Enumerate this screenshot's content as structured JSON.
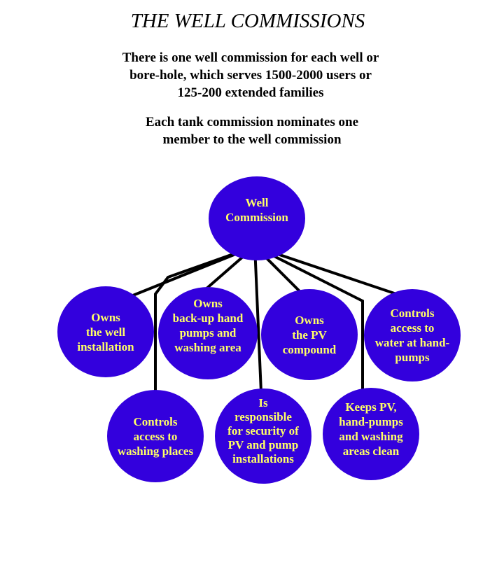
{
  "title": "THE WELL COMMISSIONS",
  "intro_paragraph_1": [
    "There is one well commission for each well or",
    "bore-hole, which serves 1500-2000 users or",
    "125-200 extended families"
  ],
  "intro_paragraph_2": [
    "Each tank commission nominates one",
    "member to the well commission"
  ],
  "root": {
    "id": "well-commission",
    "label_lines": [
      "Well",
      "Commission"
    ]
  },
  "children": [
    {
      "id": "owns-well-installation",
      "label_lines": [
        "Owns",
        "the well",
        "installation"
      ]
    },
    {
      "id": "owns-backup-pumps",
      "label_lines": [
        "Owns",
        "back-up hand",
        "pumps and",
        "washing area"
      ]
    },
    {
      "id": "owns-pv-compound",
      "label_lines": [
        "Owns",
        "the PV",
        "compound"
      ]
    },
    {
      "id": "controls-access-handpumps",
      "label_lines": [
        "Controls",
        "access to",
        "water at hand-",
        "pumps"
      ]
    },
    {
      "id": "controls-access-washing",
      "label_lines": [
        "Controls",
        "access to",
        "washing places"
      ]
    },
    {
      "id": "responsible-security",
      "label_lines": [
        "Is",
        "responsible",
        "for security of",
        "PV and pump",
        "installations"
      ]
    },
    {
      "id": "keeps-clean",
      "label_lines": [
        "Keeps PV,",
        "hand-pumps",
        "and washing",
        "areas clean"
      ]
    }
  ],
  "colors": {
    "node_fill": "#3300dd",
    "node_text": "#ffff66",
    "connector": "#000000"
  }
}
